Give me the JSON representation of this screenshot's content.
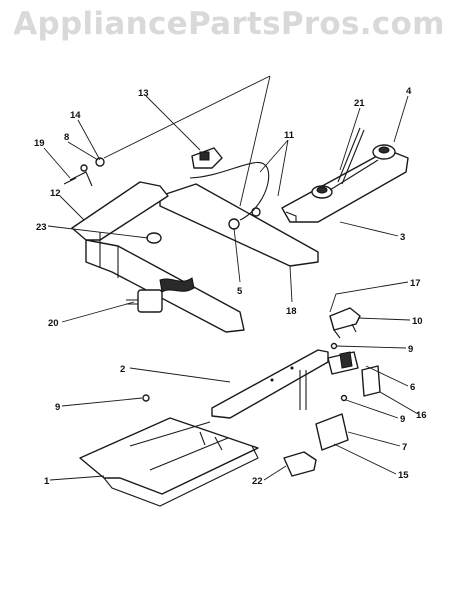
{
  "watermark": "AppliancePartsPros.com",
  "callouts": [
    {
      "id": "c1",
      "label": "1"
    },
    {
      "id": "c2",
      "label": "2"
    },
    {
      "id": "c3",
      "label": "3"
    },
    {
      "id": "c4",
      "label": "4"
    },
    {
      "id": "c5",
      "label": "5"
    },
    {
      "id": "c6",
      "label": "6"
    },
    {
      "id": "c7",
      "label": "7"
    },
    {
      "id": "c8",
      "label": "8"
    },
    {
      "id": "c9a",
      "label": "9"
    },
    {
      "id": "c9b",
      "label": "9"
    },
    {
      "id": "c9c",
      "label": "9"
    },
    {
      "id": "c10",
      "label": "10"
    },
    {
      "id": "c11",
      "label": "11"
    },
    {
      "id": "c12",
      "label": "12"
    },
    {
      "id": "c13",
      "label": "13"
    },
    {
      "id": "c14",
      "label": "14"
    },
    {
      "id": "c15",
      "label": "15"
    },
    {
      "id": "c16",
      "label": "16"
    },
    {
      "id": "c17",
      "label": "17"
    },
    {
      "id": "c18",
      "label": "18"
    },
    {
      "id": "c19",
      "label": "19"
    },
    {
      "id": "c20",
      "label": "20"
    },
    {
      "id": "c21",
      "label": "21"
    },
    {
      "id": "c22",
      "label": "22"
    },
    {
      "id": "c23",
      "label": "23"
    }
  ]
}
